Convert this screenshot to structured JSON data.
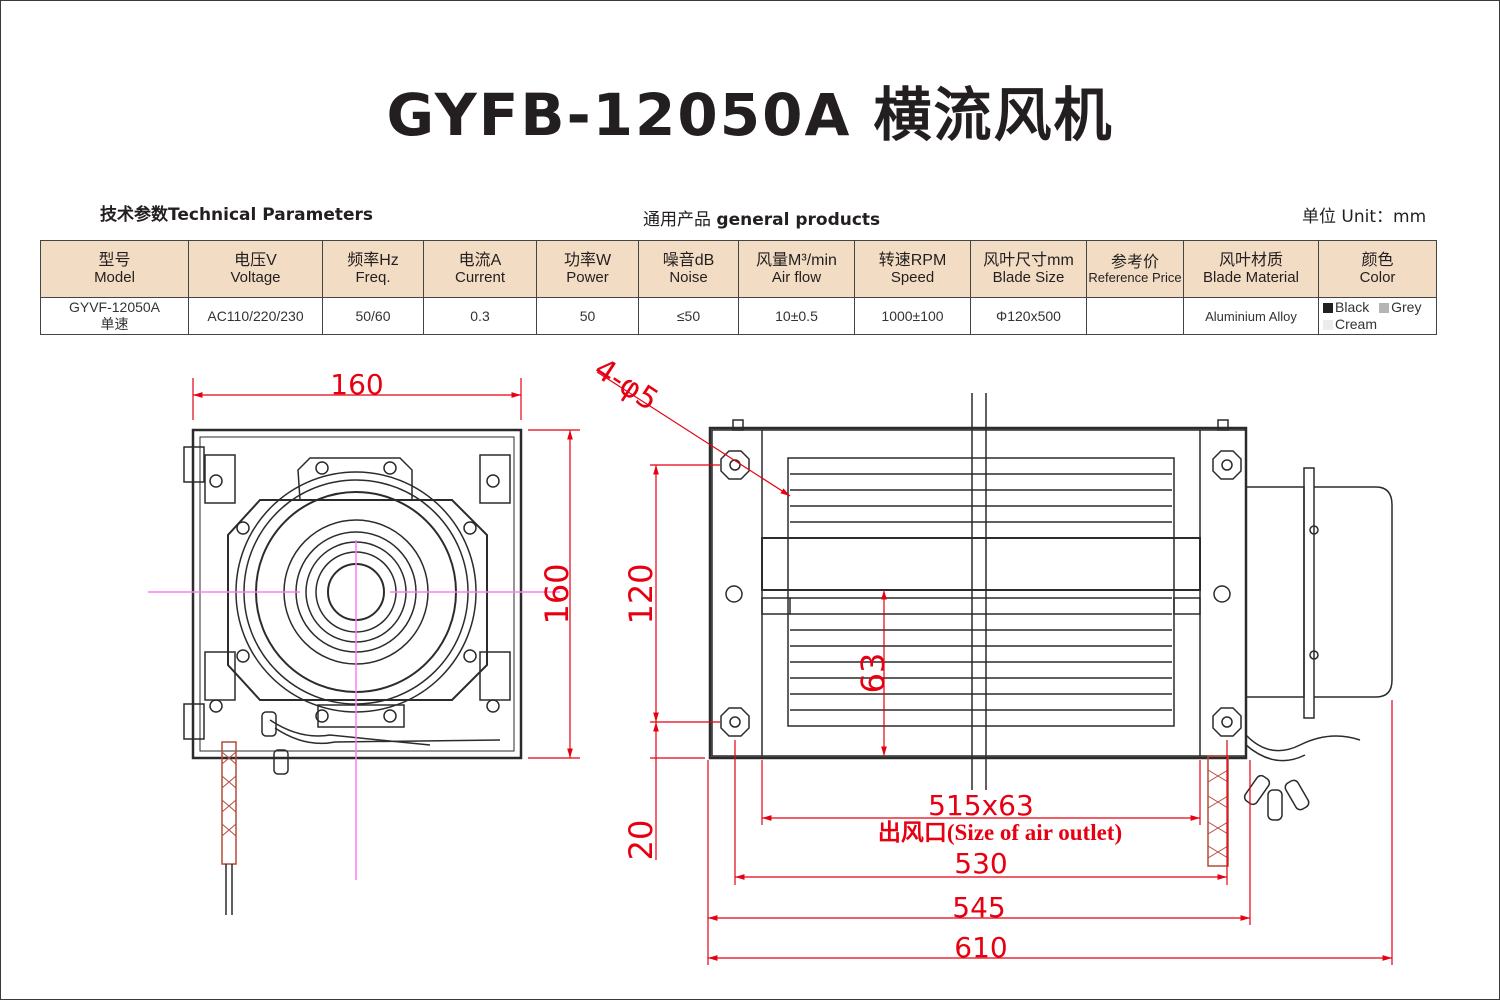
{
  "title": "GYFB-12050A 横流风机",
  "section": {
    "tech_params_cn": "技术参数",
    "tech_params_en": "Technical Parameters",
    "general_cn": "通用产品",
    "general_en": "general products",
    "unit_cn": "单位",
    "unit_en": "Unit：mm"
  },
  "table": {
    "headers": [
      {
        "cn": "型号",
        "en": "Model"
      },
      {
        "cn": "电压V",
        "en": "Voltage"
      },
      {
        "cn": "频率Hz",
        "en": "Freq."
      },
      {
        "cn": "电流A",
        "en": "Current"
      },
      {
        "cn": "功率W",
        "en": "Power"
      },
      {
        "cn": "噪音dB",
        "en": "Noise"
      },
      {
        "cn": "风量M³/min",
        "en": "Air flow"
      },
      {
        "cn": "转速RPM",
        "en": "Speed"
      },
      {
        "cn": "风叶尺寸mm",
        "en": "Blade Size"
      },
      {
        "cn": "参考价",
        "en": "Reference Price"
      },
      {
        "cn": "风叶材质",
        "en": "Blade Material"
      },
      {
        "cn": "颜色",
        "en": "Color"
      }
    ],
    "row": {
      "model": "GYVF-12050A",
      "model_sub": "单速",
      "voltage": "AC110/220/230",
      "freq": "50/60",
      "current": "0.3",
      "power": "50",
      "noise": "≤50",
      "airflow": "10±0.5",
      "speed": "1000±100",
      "blade_size": "Φ120x500",
      "price": "",
      "material": "Aluminium Alloy",
      "colors": [
        {
          "name": "Black",
          "swatch": "#231f20"
        },
        {
          "name": "Grey",
          "swatch": "#b5b5b5"
        },
        {
          "name": "Cream",
          "swatch": "#ececec"
        }
      ]
    }
  },
  "dimensions": {
    "side_width": "160",
    "side_height": "160",
    "holes": "4-φ5",
    "hole_spacing_v": "120",
    "outlet_height": "63",
    "base_offset": "20",
    "outlet_size": "515x63",
    "outlet_label": "出风口(Size of  air outlet)",
    "hole_spacing_h": "530",
    "body_length": "545",
    "total_length": "610"
  },
  "colors": {
    "dim_red": "#e60012",
    "line": "#2b2b2b",
    "center_mark": "#ff7bf0",
    "header_bg": "#f2dcc3"
  }
}
